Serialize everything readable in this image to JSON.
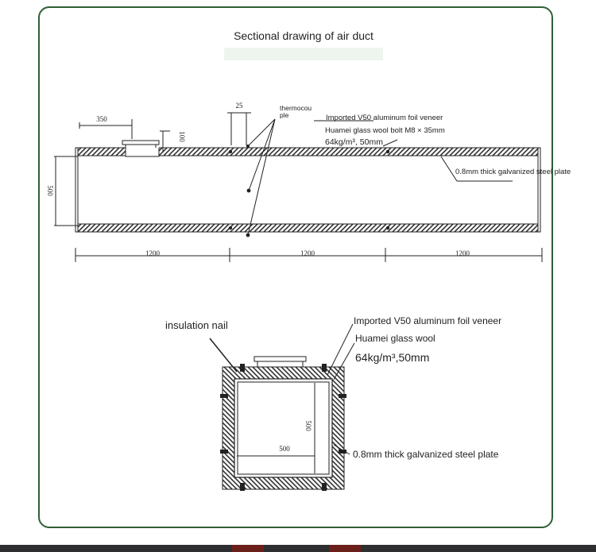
{
  "title": "Sectional drawing of air duct",
  "long_section": {
    "dims": {
      "flange": "350",
      "flange_height": "100",
      "spacing": "25",
      "height": "500",
      "segment_1": "1200",
      "segment_2": "1200",
      "segment_3": "1200"
    },
    "labels": {
      "thermocouple_line1": "thermocou",
      "thermocouple_line2": "ple",
      "foil": "Imported V50 aluminum foil veneer",
      "wool_bolt": "Huamei glass wool bolt M8 × 35mm",
      "density": "64kg/m³,  50mm",
      "steel_plate": "0.8mm thick galvanized steel plate"
    }
  },
  "cross_section": {
    "labels": {
      "nail": "insulation nail",
      "foil": "Imported V50 aluminum foil veneer",
      "wool": "Huamei glass wool",
      "density": "64kg/m³,50mm",
      "steel_plate": "0.8mm thick galvanized steel plate"
    },
    "dims": {
      "width": "500",
      "height": "500"
    }
  },
  "colors": {
    "frame": "#2f5f35",
    "insulation": "#555555",
    "line": "#222222"
  }
}
